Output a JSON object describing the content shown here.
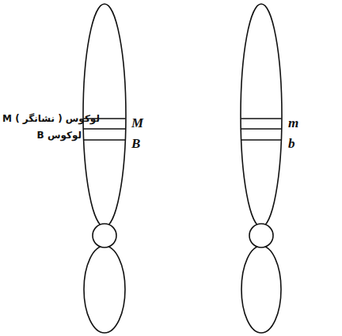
{
  "diagram": {
    "labels": [
      "لوکوس ( نشانگر ) M",
      "لوکوس B",
      "M",
      "B",
      "m",
      "b"
    ]
  }
}
